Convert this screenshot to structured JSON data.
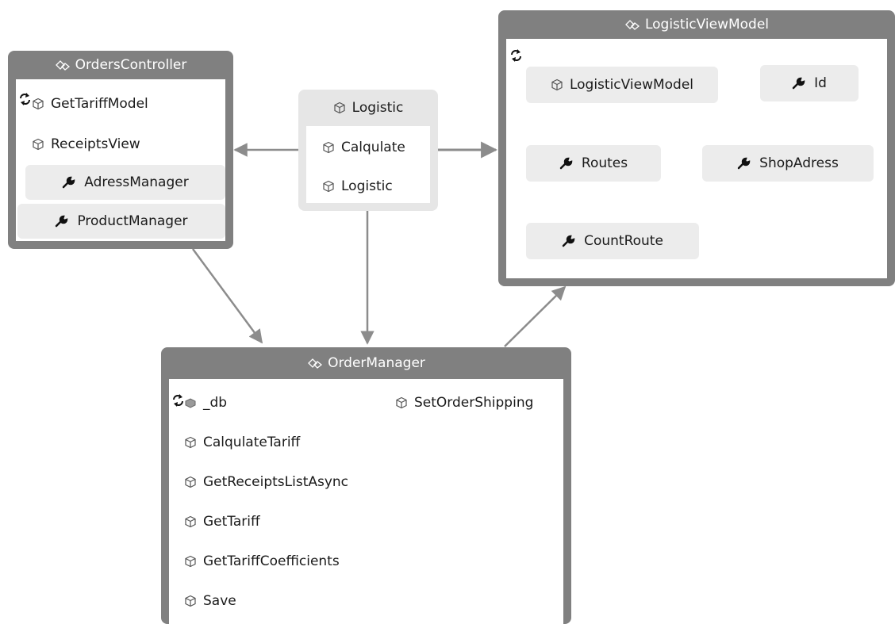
{
  "nodes": {
    "orders_controller": {
      "title": "OrdersController",
      "methods": [
        "GetTariffModel",
        "ReceiptsView"
      ],
      "properties": [
        "AdressManager",
        "ProductManager"
      ]
    },
    "logistic": {
      "title": "Logistic",
      "methods": [
        "Calqulate",
        "Logistic"
      ]
    },
    "logistic_view_model": {
      "title": "LogisticViewModel",
      "methods": [
        "LogisticViewModel"
      ],
      "properties": [
        "Id",
        "Routes",
        "ShopAdress",
        "CountRoute"
      ]
    },
    "order_manager": {
      "title": "OrderManager",
      "field": "_db",
      "methods": [
        "SetOrderShipping",
        "CalqulateTariff",
        "GetReceiptsListAsync",
        "GetTariff",
        "GetTariffCoefficients",
        "Save"
      ]
    }
  },
  "edges": [
    {
      "from": "Logistic",
      "to": "OrdersController"
    },
    {
      "from": "Logistic",
      "to": "LogisticViewModel"
    },
    {
      "from": "Logistic",
      "to": "OrderManager"
    },
    {
      "from": "OrdersController",
      "to": "OrderManager"
    },
    {
      "from": "OrderManager",
      "to": "LogisticViewModel"
    }
  ],
  "colors": {
    "node_frame": "#808080",
    "node_body": "#ffffff",
    "property_bg": "#ececec",
    "edge": "#8c8c8c",
    "text": "#1a1a1a"
  },
  "icons": {
    "class": "class-icon",
    "method": "method-cube-icon",
    "property": "wrench-icon",
    "field": "field-icon",
    "cycle": "refresh-icon"
  }
}
